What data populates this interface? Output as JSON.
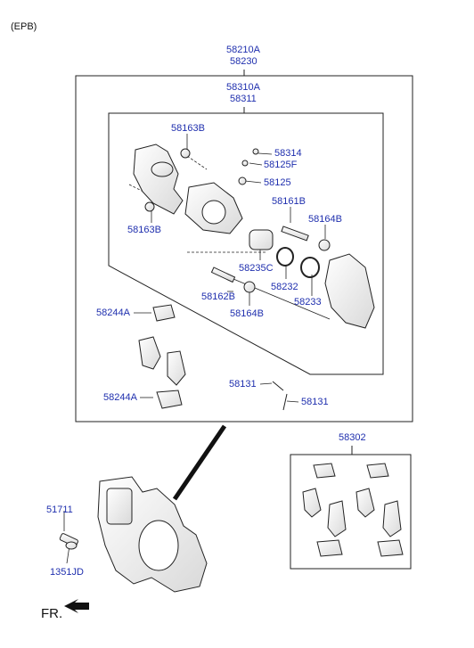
{
  "header": {
    "variant": "(EPB)"
  },
  "assembly": {
    "codes": [
      "58210A",
      "58230"
    ]
  },
  "caliper_kit": {
    "codes": [
      "58310A",
      "58311"
    ]
  },
  "parts": {
    "p58163B_top": "58163B",
    "p58314": "58314",
    "p58125F": "58125F",
    "p58125": "58125",
    "p58161B": "58161B",
    "p58164B_top": "58164B",
    "p58163B_bottom": "58163B",
    "p58235C": "58235C",
    "p58232": "58232",
    "p58233": "58233",
    "p58162B": "58162B",
    "p58164B_bottom": "58164B",
    "p58244A_top": "58244A",
    "p58244A_bottom": "58244A",
    "p58131_left": "58131",
    "p58131_right": "58131"
  },
  "pad_kit": {
    "code": "58302"
  },
  "hardware": {
    "bolt": "51711",
    "washer": "1351JD"
  },
  "direction": {
    "label": "FR."
  },
  "colors": {
    "label_blue": "#1f2fae",
    "line": "#222222",
    "part_fill": "#f4f4f4"
  }
}
